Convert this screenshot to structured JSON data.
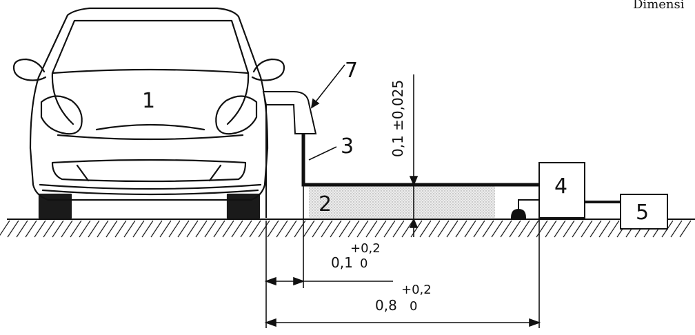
{
  "header": {
    "text": "Dimensi"
  },
  "callouts": {
    "vehicle": "1",
    "absorbent_zone": "2",
    "pipe": "3",
    "unit_4": "4",
    "unit_5": "5",
    "nozzle": "7"
  },
  "dimensions": {
    "height": "0,1 ±0,025",
    "offset": {
      "value": "0,1",
      "upper": "+0,2",
      "lower": "0"
    },
    "length": {
      "value": "0,8",
      "upper": "+0,2",
      "lower": "0"
    }
  }
}
